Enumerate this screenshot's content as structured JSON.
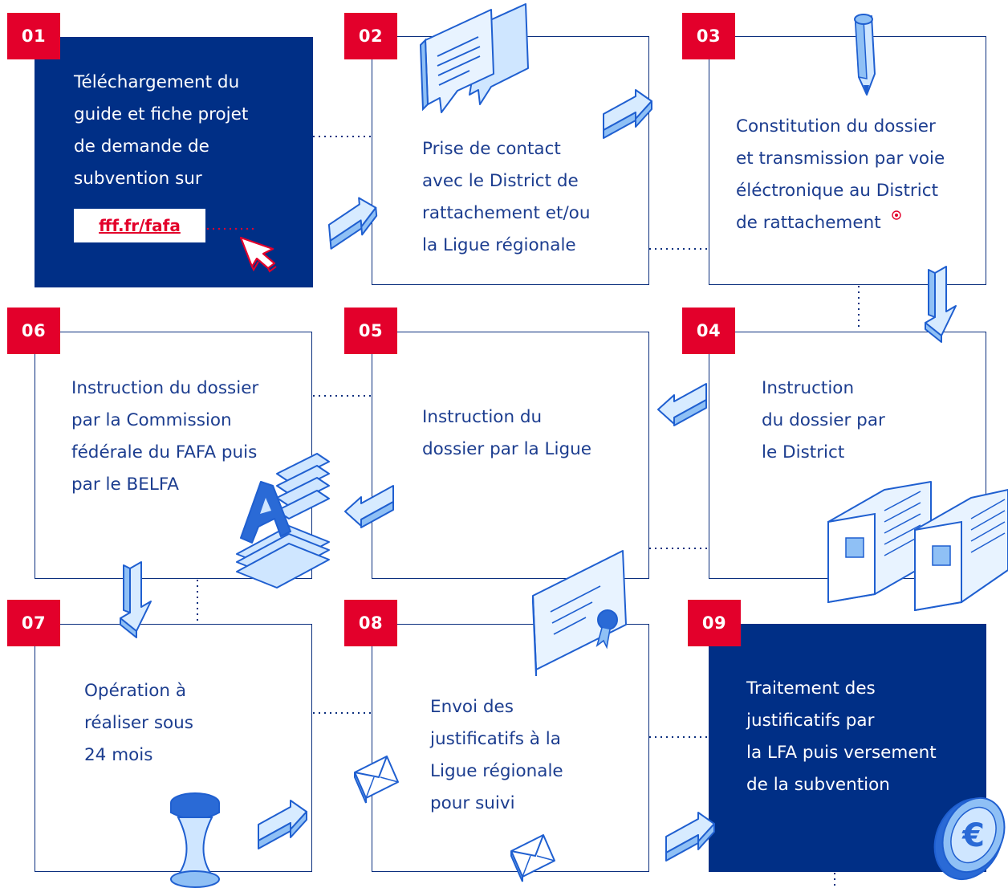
{
  "steps": [
    {
      "num": "01",
      "lines": [
        "Téléchargement du",
        "guide et fiche projet",
        "de demande de",
        "subvention sur"
      ],
      "link": "fff.fr/fafa"
    },
    {
      "num": "02",
      "lines": [
        "Prise de contact",
        "avec le District de",
        "rattachement et/ou",
        "la Ligue régionale"
      ]
    },
    {
      "num": "03",
      "lines": [
        "Constitution du dossier",
        "et transmission par voie",
        "éléctronique au District",
        "de rattachement"
      ]
    },
    {
      "num": "04",
      "lines": [
        "Instruction",
        "du dossier par",
        "le District"
      ]
    },
    {
      "num": "05",
      "lines": [
        "Instruction du",
        "dossier par la Ligue"
      ]
    },
    {
      "num": "06",
      "lines": [
        "Instruction du dossier",
        "par la Commission",
        "fédérale du FAFA puis",
        "par le BELFA"
      ]
    },
    {
      "num": "07",
      "lines": [
        "Opération à",
        "réaliser sous",
        "24 mois"
      ]
    },
    {
      "num": "08",
      "lines": [
        "Envoi des",
        "justificatifs à la",
        "Ligue régionale",
        "pour suivi"
      ]
    },
    {
      "num": "09",
      "lines": [
        "Traitement des",
        "justificatifs par",
        "la LFA puis versement",
        "de la subvention"
      ]
    }
  ],
  "colors": {
    "navy": "#002f86",
    "red": "#e3002b",
    "line": "#0b2f7e",
    "icon_fill": "#cfe6ff",
    "icon_stroke": "#1f5fd0"
  },
  "icons": [
    "cursor-icon",
    "chat-bubbles-icon",
    "pencil-icon",
    "documents-icon",
    "font-blocks-icon",
    "hourglass-icon",
    "certificate-icon",
    "envelope-icon",
    "euro-coin-icon",
    "arrow-icon"
  ]
}
